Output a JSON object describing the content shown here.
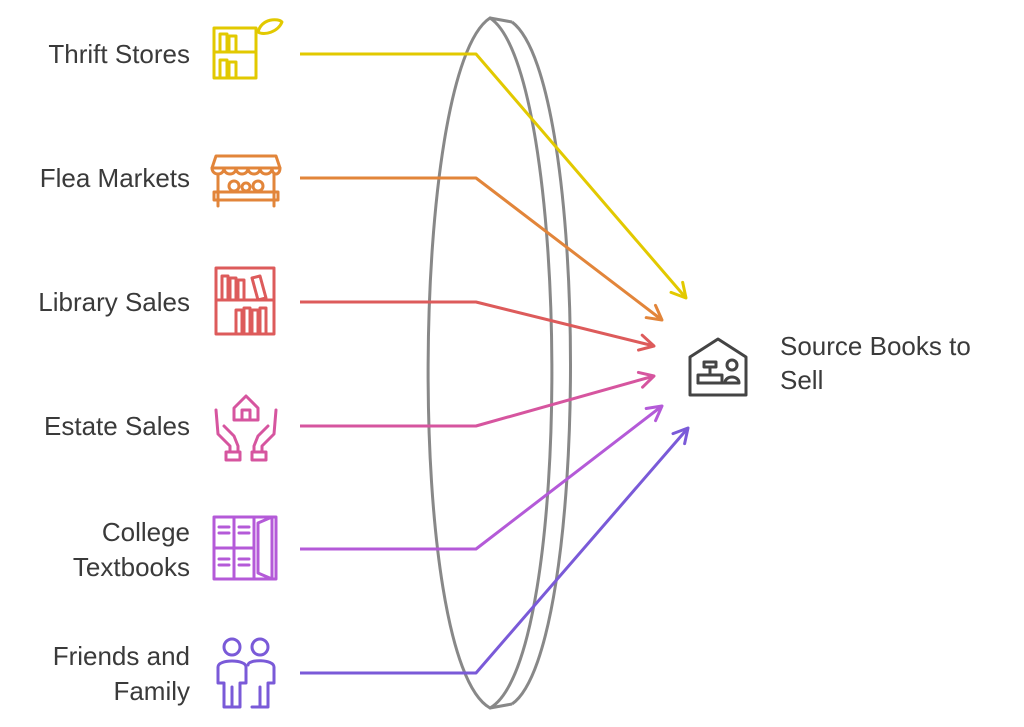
{
  "colors": {
    "lens": "#888888",
    "text": "#3a3a3a",
    "target_icon": "#444444"
  },
  "sources": [
    {
      "lines": [
        "Thrift Stores"
      ],
      "icon": "shop-shelf-icon",
      "color": "#e2c900"
    },
    {
      "lines": [
        "Flea Markets"
      ],
      "icon": "market-stall-icon",
      "color": "#e2853a"
    },
    {
      "lines": [
        "Library Sales"
      ],
      "icon": "bookshelf-icon",
      "color": "#dd5b5b"
    },
    {
      "lines": [
        "Estate Sales"
      ],
      "icon": "hands-house-icon",
      "color": "#d6559f"
    },
    {
      "lines": [
        "College",
        "Textbooks"
      ],
      "icon": "lockers-icon",
      "color": "#b45ad8"
    },
    {
      "lines": [
        "Friends and",
        "Family"
      ],
      "icon": "people-icon",
      "color": "#7a5ad8"
    }
  ],
  "target": {
    "lines": [
      "Source Books to",
      "Sell"
    ],
    "icon": "bookstore-counter-icon"
  }
}
